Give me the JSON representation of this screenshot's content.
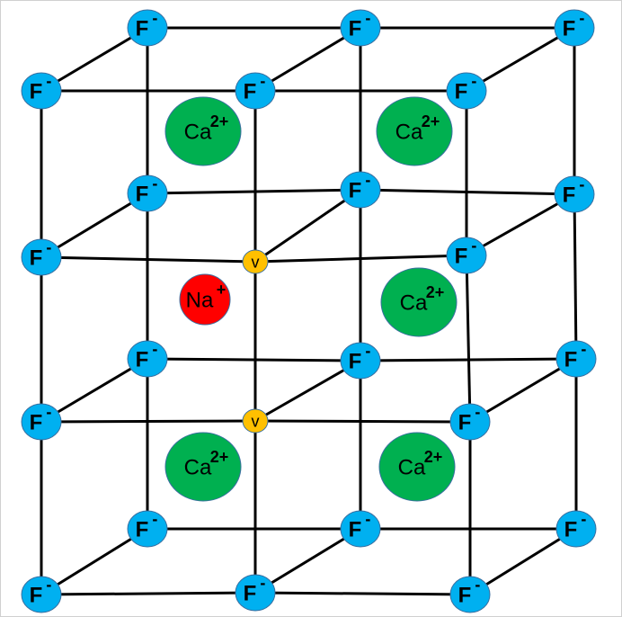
{
  "diagram": {
    "fluoride_label": "F",
    "fluoride_charge": "-",
    "calcium_label": "Ca",
    "calcium_charge": "2+",
    "sodium_label": "Na",
    "sodium_charge": "+",
    "vacancy_label": "V",
    "colors": {
      "fluoride": "#00B0F0",
      "calcium": "#00B050",
      "sodium": "#FF0000",
      "vacancy": "#FFC000",
      "bond": "#000000"
    }
  }
}
